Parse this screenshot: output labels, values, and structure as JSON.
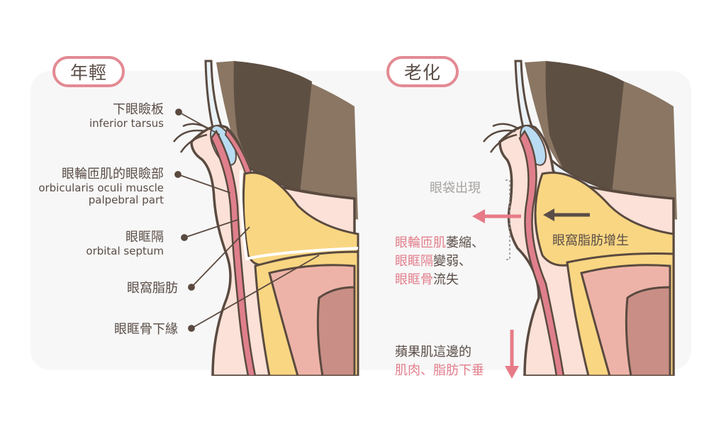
{
  "colors": {
    "panel_bg": "#f7f7f7",
    "pill_border": "#e38a93",
    "text_dark": "#5a4d47",
    "text_pink": "#e27e8b",
    "text_grey": "#a6a2a0",
    "outline": "#5a4a40",
    "brow_muscle": "#5e4f43",
    "brow_light": "#8a7663",
    "skin": "#fbe1d8",
    "fat": "#f9d682",
    "muscle_pink": "#e07f8c",
    "eye_blue": "#b9dcf2",
    "bone_pink": "#eeb3a8",
    "deep_muscle": "#c98e85",
    "arrow_pink": "#e77b87",
    "arrow_dark": "#5a4d47"
  },
  "young": {
    "title": "年輕",
    "labels": [
      {
        "zh": "下眼瞼板",
        "en": "inferior tarsus"
      },
      {
        "zh": "眼輪匝肌的眼瞼部",
        "en": "orbicularis oculi muscle",
        "en2": "palpebral part"
      },
      {
        "zh": "眼眶隔",
        "en": "orbital septum"
      },
      {
        "zh": "眼窩脂肪"
      },
      {
        "zh": "眼眶骨下緣"
      }
    ]
  },
  "aging": {
    "title": "老化",
    "eye_bag": "眼袋出現",
    "fat_growth": "眼窩脂肪增生",
    "causes": [
      {
        "pink": "眼輪匝肌",
        "dark": "萎縮、"
      },
      {
        "pink": "眼眶隔",
        "dark": "變弱、"
      },
      {
        "pink": "眼眶骨",
        "dark": "流失"
      }
    ],
    "sagging": {
      "line1_dark": "蘋果肌這邊的",
      "line2_pink": "肌肉、脂肪下垂"
    }
  }
}
